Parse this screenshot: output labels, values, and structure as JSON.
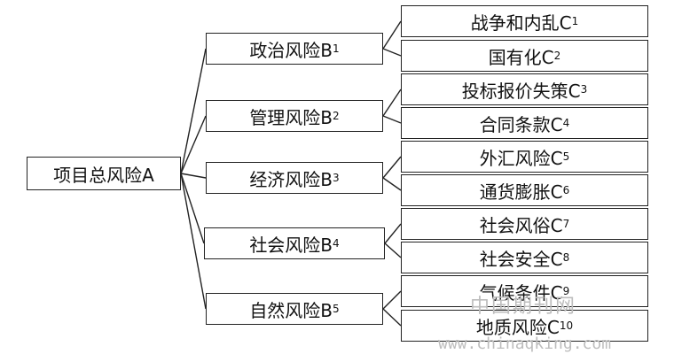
{
  "root": {
    "label": "项目总风险A"
  },
  "categories": [
    {
      "label": "政治风险B",
      "sub": "1",
      "items": [
        {
          "label": "战争和内乱C",
          "sub": "1"
        },
        {
          "label": "国有化C",
          "sub": "2"
        }
      ]
    },
    {
      "label": "管理风险B",
      "sub": "2",
      "items": [
        {
          "label": "投标报价失策C",
          "sub": "3"
        },
        {
          "label": "合同条款C",
          "sub": "4"
        }
      ]
    },
    {
      "label": "经济风险B",
      "sub": "3",
      "items": [
        {
          "label": "外汇风险C",
          "sub": "5"
        },
        {
          "label": "通货膨胀C",
          "sub": "6"
        }
      ]
    },
    {
      "label": "社会风险B",
      "sub": "4",
      "items": [
        {
          "label": "社会风俗C",
          "sub": "7"
        },
        {
          "label": "社会安全C",
          "sub": "8"
        }
      ]
    },
    {
      "label": "自然风险B",
      "sub": "5",
      "items": [
        {
          "label": "气候条件C",
          "sub": "9"
        },
        {
          "label": "地质风险C",
          "sub": "10"
        }
      ]
    }
  ],
  "watermark": {
    "cn": "中国期刊网",
    "url": "www.chinaqking.com"
  },
  "colors": {
    "stroke": "#222222",
    "watermark": "#bdbdbd"
  }
}
